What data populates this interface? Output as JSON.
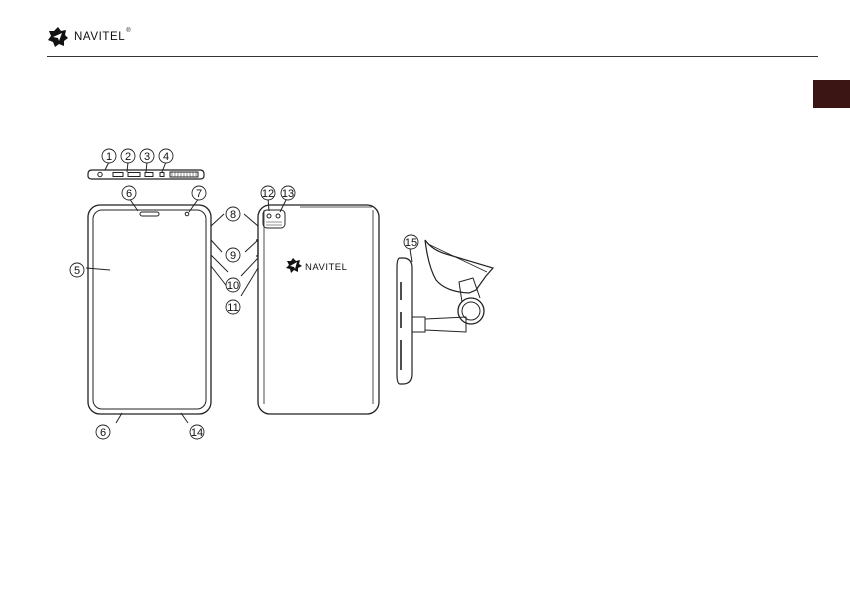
{
  "header": {
    "logo_text": "NAVITEL",
    "registered_mark": "®",
    "logo_icon": "navitel-logo-icon"
  },
  "language_tab": {
    "color": "#3b1513"
  },
  "diagram": {
    "device_logo_text": "NAVITEL",
    "callouts": [
      {
        "id": "c1",
        "label": "1"
      },
      {
        "id": "c2",
        "label": "2"
      },
      {
        "id": "c3",
        "label": "3"
      },
      {
        "id": "c4",
        "label": "4"
      },
      {
        "id": "c5",
        "label": "5"
      },
      {
        "id": "c6a",
        "label": "6"
      },
      {
        "id": "c7",
        "label": "7"
      },
      {
        "id": "c8",
        "label": "8"
      },
      {
        "id": "c9",
        "label": "9"
      },
      {
        "id": "c10",
        "label": "10"
      },
      {
        "id": "c11",
        "label": "11"
      },
      {
        "id": "c12",
        "label": "12"
      },
      {
        "id": "c13",
        "label": "13"
      },
      {
        "id": "c6b",
        "label": "6"
      },
      {
        "id": "c14",
        "label": "14"
      },
      {
        "id": "c15",
        "label": "15"
      }
    ]
  }
}
